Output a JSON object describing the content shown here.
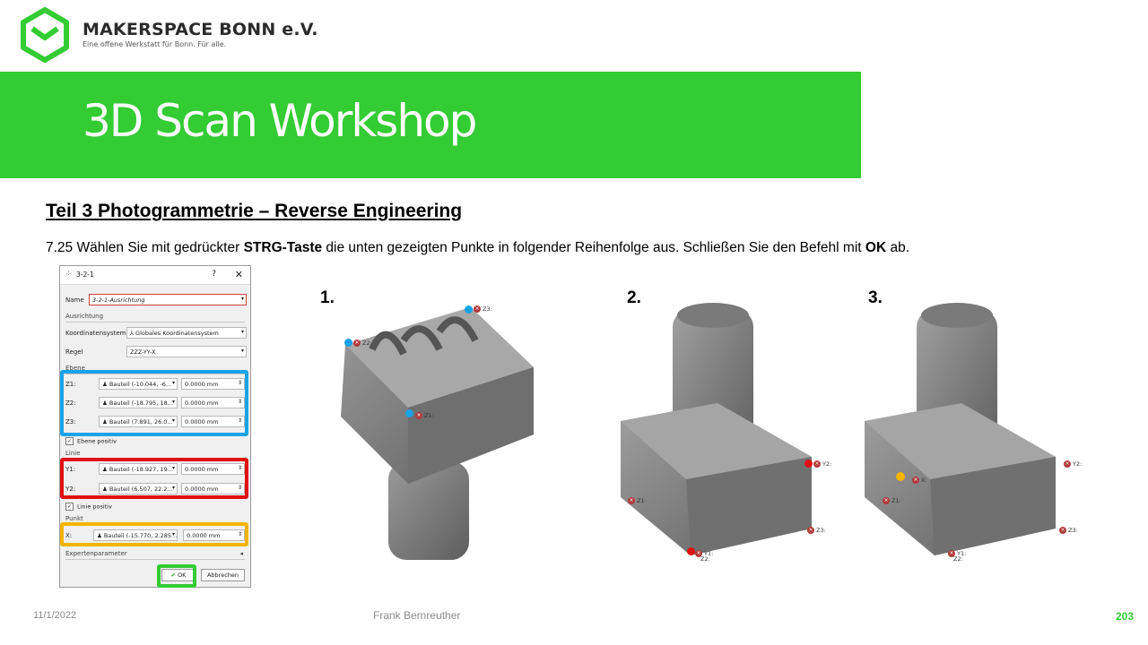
{
  "header": {
    "brand_name": "MAKERSPACE BONN e.V.",
    "brand_tagline": "Eine offene Werkstatt für Bonn. Für alle.",
    "title": "3D Scan Workshop",
    "brand_color": "#33cc33"
  },
  "content": {
    "heading": "Teil 3  Photogrammetrie  – Reverse Engineering",
    "instruction_prefix": "7.25 Wählen Sie mit gedrückter ",
    "instruction_key": "STRG-Taste",
    "instruction_middle": " die unten gezeigten Punkte in folgender Reihenfolge aus. Schließen Sie den Befehl mit ",
    "instruction_ok": "OK",
    "instruction_suffix": " ab."
  },
  "dialog": {
    "title": "3-2-1",
    "help": "?",
    "close": "✕",
    "name_label": "Name",
    "name_value": "3-2-1-Ausrichtung",
    "section_alignment": "Ausrichtung",
    "coord_label": "Koordinatensystem",
    "coord_value": "Globales Koordinatensystem",
    "rule_label": "Regel",
    "rule_value": "ZZZ-YY-X",
    "section_plane": "Ebene",
    "plane_rows": [
      {
        "label": "Z1:",
        "point": "Bauteil (-10.044, -6...",
        "value": "0.0000 mm"
      },
      {
        "label": "Z2:",
        "point": "Bauteil (-18.795, 18...",
        "value": "0.0000 mm"
      },
      {
        "label": "Z3:",
        "point": "Bauteil (7.891, 26.0...",
        "value": "0.0000 mm"
      }
    ],
    "plane_positive": "Ebene positiv",
    "section_line": "Linie",
    "line_rows": [
      {
        "label": "Y1:",
        "point": "Bauteil (-18.927, 19...",
        "value": "0.0000 mm"
      },
      {
        "label": "Y2:",
        "point": "Bauteil (6.507, 22.2...",
        "value": "0.0000 mm"
      }
    ],
    "line_positive": "Linie positiv",
    "section_point": "Punkt",
    "point_row": {
      "label": "X:",
      "point": "Bauteil (-15.770, 2.285...",
      "value": "0.0000 mm"
    },
    "section_expert": "Expertenparameter",
    "ok_label": "OK",
    "cancel_label": "Abbrechen",
    "highlight_blue": "#1aa3e8",
    "highlight_red": "#e01010",
    "highlight_orange": "#f5b400",
    "highlight_green": "#33cc33"
  },
  "steps": {
    "step1": {
      "number": "1.",
      "markers": {
        "z3": "Z3:",
        "z2": "Z2:",
        "z1": "Z1:"
      }
    },
    "step2": {
      "number": "2.",
      "markers": {
        "y2": "Y2:",
        "z1": "Z1:",
        "z3": "Z3:",
        "y1": "Y1:",
        "z2": "Z2:"
      }
    },
    "step3": {
      "number": "3.",
      "markers": {
        "y2": "Y2:",
        "x": "X:",
        "z1": "Z1:",
        "z3": "Z3:",
        "y1": "Y1:",
        "z2": "Z2:"
      }
    }
  },
  "footer": {
    "date": "11/1/2022",
    "author": "Frank Bernreuther",
    "page": "203"
  }
}
